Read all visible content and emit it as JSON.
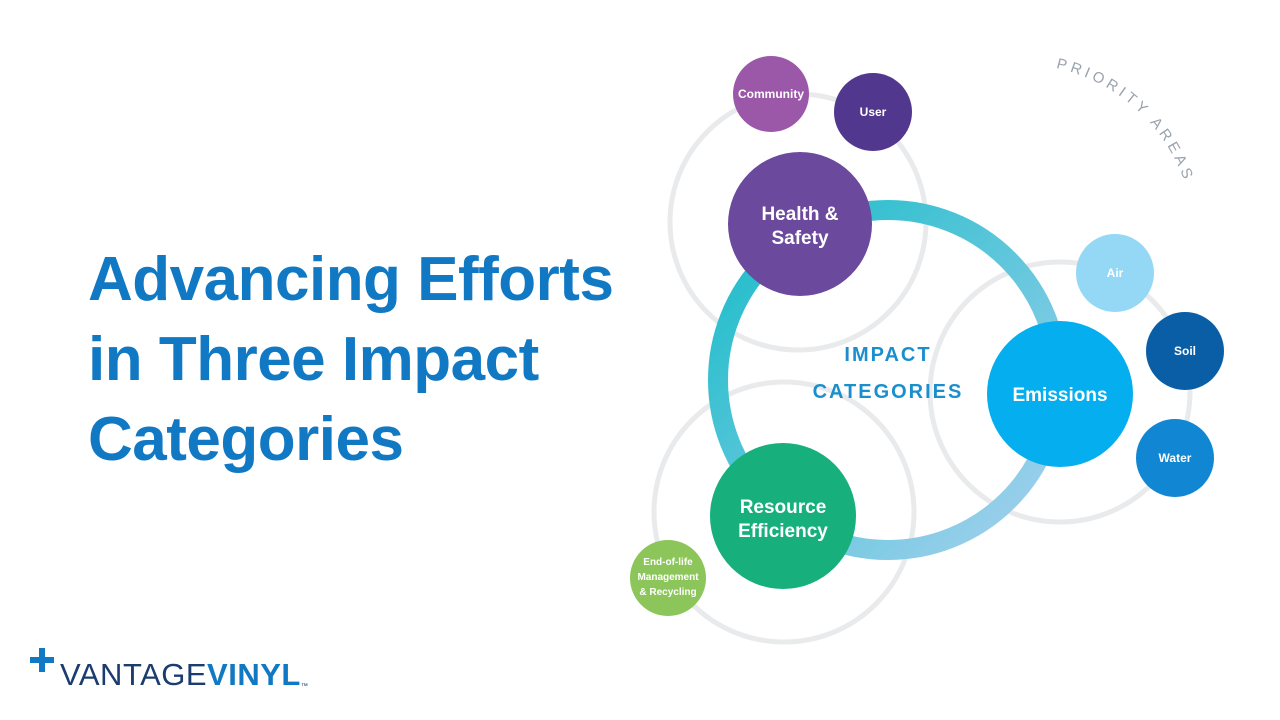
{
  "headline": {
    "line1": "Advancing Efforts",
    "line2": "in Three Impact",
    "line3": "Categories"
  },
  "center_label": {
    "line1": "IMPACT",
    "line2": "CATEGORIES"
  },
  "priority_label": "PRIORITY AREAS",
  "categories": [
    {
      "id": "health",
      "label_lines": [
        "Health &",
        "Safety"
      ],
      "color": "#6b4a9e",
      "priorities": [
        {
          "id": "community",
          "label_lines": [
            "Community"
          ],
          "color": "#9b58a8"
        },
        {
          "id": "user",
          "label_lines": [
            "User"
          ],
          "color": "#52378f"
        }
      ]
    },
    {
      "id": "emissions",
      "label_lines": [
        "Emissions"
      ],
      "color": "#05aeee",
      "priorities": [
        {
          "id": "air",
          "label_lines": [
            "Air"
          ],
          "color": "#94d8f6"
        },
        {
          "id": "soil",
          "label_lines": [
            "Soil"
          ],
          "color": "#0a5ea6"
        },
        {
          "id": "water",
          "label_lines": [
            "Water"
          ],
          "color": "#1187d4"
        }
      ]
    },
    {
      "id": "resource",
      "label_lines": [
        "Resource",
        "Efficiency"
      ],
      "color": "#17b07c",
      "priorities": [
        {
          "id": "eol",
          "label_lines": [
            "End-of-life",
            "Management",
            "& Recycling"
          ],
          "color": "#8cc65a"
        }
      ]
    }
  ],
  "ring_colors": {
    "start": "#17bcc8",
    "end": "#a9d1ef"
  },
  "logo": {
    "part1": "VANTAGE",
    "part2": "VINYL",
    "tm": "™"
  },
  "colors": {
    "headline": "#1179c4",
    "logo_dark": "#1b3c6e",
    "orbit": "#e8eaec",
    "center_text": "#1b8fce"
  }
}
